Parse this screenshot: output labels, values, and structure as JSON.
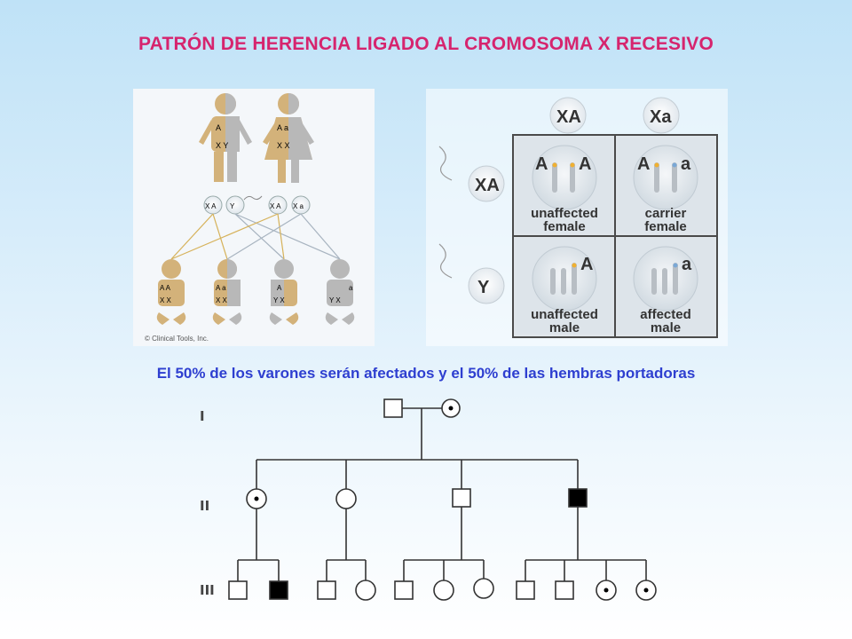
{
  "title": "PATRÓN DE HERENCIA LIGADO AL CROMOSOMA X RECESIVO",
  "subtitle": "El 50% de los varones serán afectados y el 50% de las hembras portadoras",
  "family_figure": {
    "copyright": "© Clinical Tools, Inc.",
    "parents": [
      {
        "sex": "male",
        "alleles": "A",
        "chromosomes": "X Y"
      },
      {
        "sex": "female",
        "alleles": "A a",
        "chromosomes": "X X"
      }
    ],
    "gametes": [
      "X A",
      "Y",
      "X A",
      "X a"
    ],
    "children": [
      {
        "alleles": "A A",
        "chromosomes": "X X"
      },
      {
        "alleles": "A a",
        "chromosomes": "X X"
      },
      {
        "alleles": "A",
        "chromosomes": "Y X"
      },
      {
        "alleles": "a",
        "chromosomes": "Y X"
      }
    ]
  },
  "punnett": {
    "col_headers": [
      "XA",
      "Xa"
    ],
    "row_headers": [
      "XA",
      "Y"
    ],
    "cells": [
      {
        "alleles": [
          "A",
          "A"
        ],
        "line1": "unaffected",
        "line2": "female"
      },
      {
        "alleles": [
          "A",
          "a"
        ],
        "line1": "carrier",
        "line2": "female"
      },
      {
        "alleles": [
          "A"
        ],
        "line1": "unaffected",
        "line2": "male"
      },
      {
        "alleles": [
          "a"
        ],
        "line1": "affected",
        "line2": "male"
      }
    ]
  },
  "pedigree": {
    "generations": [
      "I",
      "II",
      "III"
    ]
  },
  "colors": {
    "title": "#d6246e",
    "subtitle": "#2e3fd0",
    "affected_fill": "#000000",
    "child_skin": "#d3b27a",
    "gray": "#b8b8b8"
  }
}
